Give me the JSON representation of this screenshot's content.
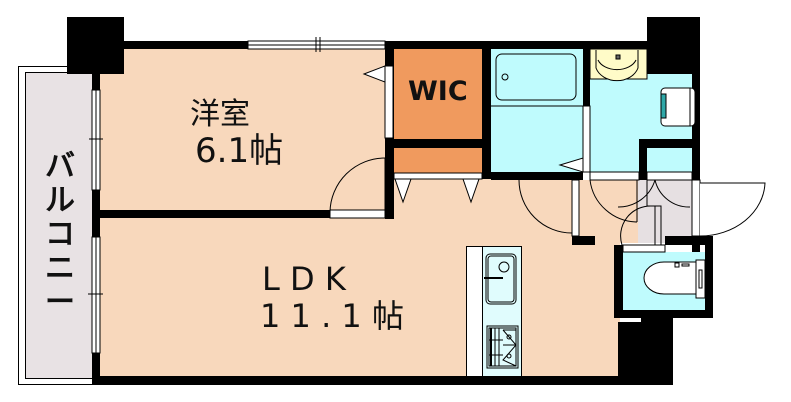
{
  "floor_plan": {
    "title": "1LDK floor plan",
    "rooms": [
      {
        "id": "western_room",
        "name": "洋室",
        "size": "6.1帖"
      },
      {
        "id": "ldk",
        "name": "LDK",
        "size": "11.1帖"
      },
      {
        "id": "wic",
        "name": "WIC"
      },
      {
        "id": "balcony",
        "name": "バルコニー"
      },
      {
        "id": "bathroom",
        "name": "bathroom"
      },
      {
        "id": "washroom",
        "name": "washroom"
      },
      {
        "id": "toilet",
        "name": "toilet"
      },
      {
        "id": "entrance",
        "name": "entrance"
      },
      {
        "id": "kitchen",
        "name": "kitchen"
      }
    ],
    "labels": {
      "western_room_name": "洋室",
      "western_room_size": "6.1帖",
      "ldk_name": "L D K",
      "ldk_size": "1 1 . 1 帖",
      "wic": "WIC",
      "balcony": "バ\nル\nコ\nニ\nー"
    },
    "colors": {
      "floor": "#F8D8BC",
      "storage": "#F09A5E",
      "wet_area": "#BFFBFD",
      "balcony": "#E8E2E4",
      "entrance": "#E6E0E2",
      "sink_vanity": "#FFFBC8",
      "wall": "#000000",
      "washer": "#2FA8A8"
    }
  }
}
